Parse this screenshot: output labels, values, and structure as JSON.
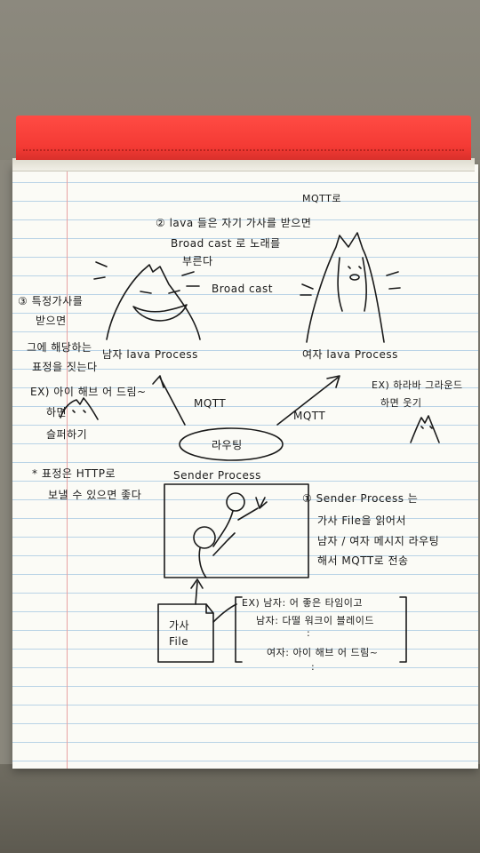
{
  "notes": {
    "note2_mqtt": "MQTT로",
    "note2_line1": "② lava 들은 자기 가사를 받으면",
    "note2_line2": "Broad cast 로 노래를",
    "note2_line3": "부른다",
    "broadcast_label": "Broad cast",
    "note3_line1": "③ 특정가사를",
    "note3_line2": "받으면",
    "note3_line3": "그에 해당하는",
    "note3_line4": "표정을 짓는다",
    "note3_ex1": "EX) 아이 해브 어 드림~",
    "note3_ex2": "하면",
    "note3_ex3": "슬퍼하기",
    "male_process": "남자 lava Process",
    "female_process": "여자 lava Process",
    "ex_right1": "EX) 하라바 그라운드",
    "ex_right2": "하면 웃기",
    "mqtt_left": "MQTT",
    "mqtt_right": "MQTT",
    "routing": "라우팅",
    "sender_process": "Sender Process",
    "star_note1": "* 표정은 HTTP로",
    "star_note2": "보낼 수 있으면 좋다",
    "note1_line1": "① Sender Process 는",
    "note1_line2": "가사 File을 읽어서",
    "note1_line3": "남자 / 여자 메시지 라우팅",
    "note1_line4": "해서 MQTT로 전송",
    "file_line1": "가사",
    "file_line2": "File",
    "lyrics_line1": "EX) 남자: 어 좋은 타임이고",
    "lyrics_line2": "남자: 다떨 워크이 블레이드",
    "lyrics_dots1": ":",
    "lyrics_line3": "여자: 아이 해브 어 드림~",
    "lyrics_dots2": ":"
  }
}
